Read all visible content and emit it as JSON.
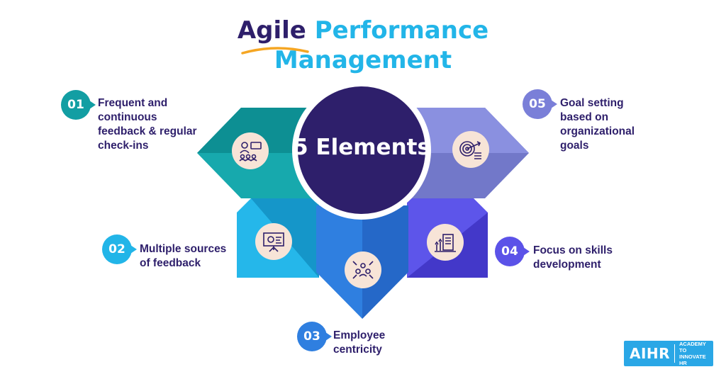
{
  "title": {
    "part1": "Agile",
    "part2": "Performance",
    "line2": "Management"
  },
  "center": {
    "label": "5 Elements"
  },
  "elements": [
    {
      "number": "01",
      "text": "Frequent and continuous feedback & regular check-ins",
      "color": "#129ea3",
      "icon": "presenter-team-icon"
    },
    {
      "number": "02",
      "text": "Multiple sources of feedback",
      "color": "#22b5e8",
      "icon": "presentation-board-icon"
    },
    {
      "number": "03",
      "text": "Employee centricity",
      "color": "#2f7fe0",
      "icon": "employee-network-icon"
    },
    {
      "number": "04",
      "text": "Focus on skills development",
      "color": "#5b52e8",
      "icon": "growth-chart-icon"
    },
    {
      "number": "05",
      "text": "Goal setting based on organizational goals",
      "color": "#7a7fd8",
      "icon": "target-goal-icon"
    }
  ],
  "logo": {
    "main": "AIHR",
    "sub_line1": "ACADEMY TO",
    "sub_line2": "INNOVATE HR"
  },
  "colors": {
    "navy": "#2e1f6b",
    "accent_blue": "#22b5e8",
    "swoosh": "#f5a623",
    "icon_bg": "#f7e4d7"
  }
}
